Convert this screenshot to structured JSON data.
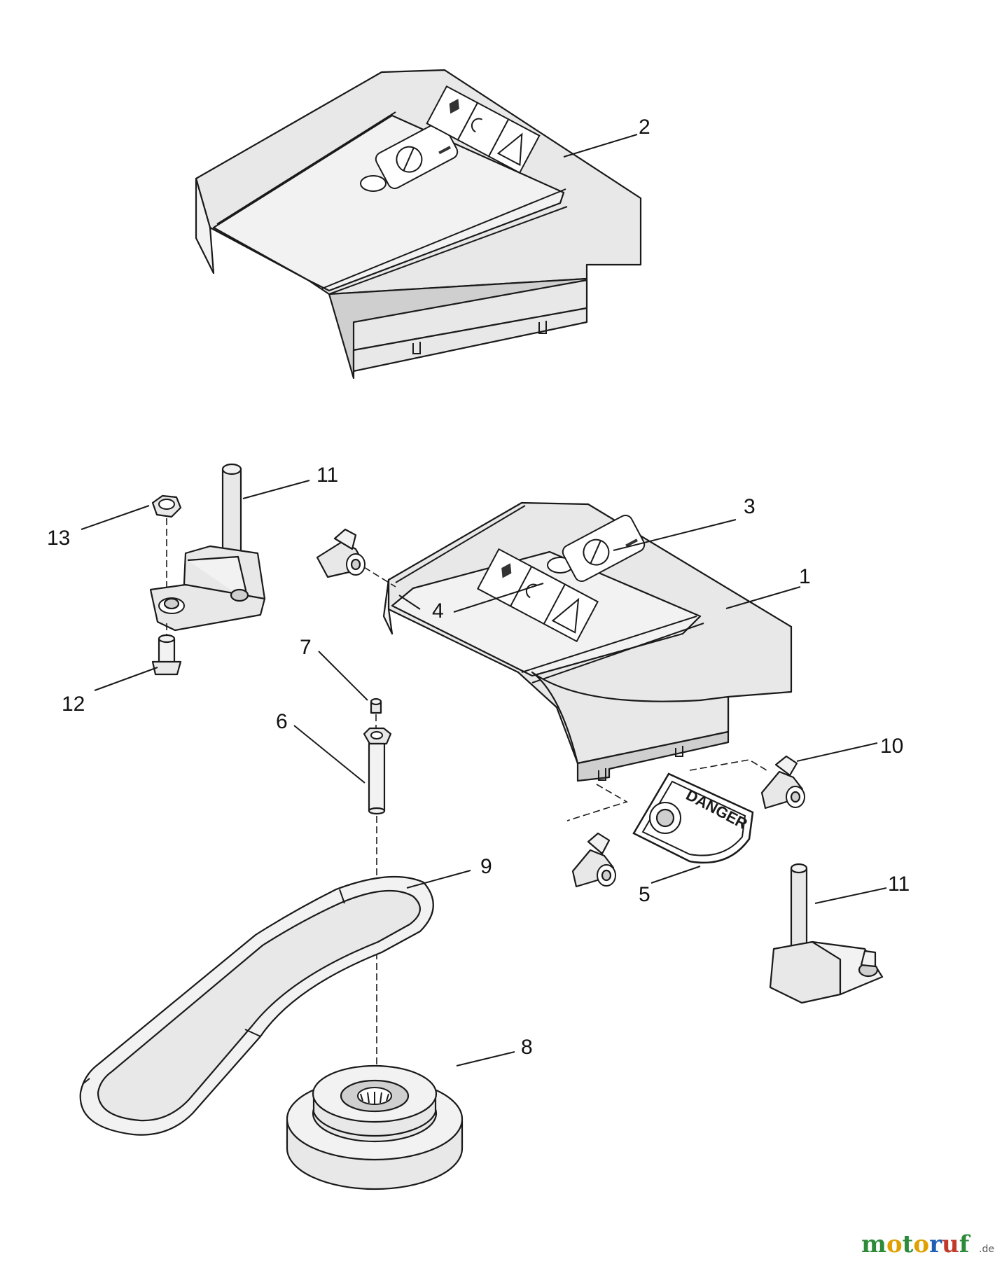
{
  "callouts": [
    "1",
    "2",
    "3",
    "4",
    "5",
    "6",
    "7",
    "8",
    "9",
    "10",
    "11",
    "11",
    "12",
    "13"
  ],
  "decal_text": "DANGER",
  "watermark": {
    "m": "m",
    "o1": "o",
    "t": "t",
    "o2": "o",
    "r": "r",
    "u": "u",
    "f": "f",
    "domain": ".de"
  },
  "colors": {
    "line": "#1a1a1a",
    "fill": "#e8e8e8",
    "watermark_m": "#2e8b3a",
    "watermark_o": "#e0a100",
    "watermark_t": "#2e8b3a",
    "watermark_r": "#1e5fb4",
    "watermark_u": "#c0392b",
    "watermark_f": "#2e8b3a"
  }
}
